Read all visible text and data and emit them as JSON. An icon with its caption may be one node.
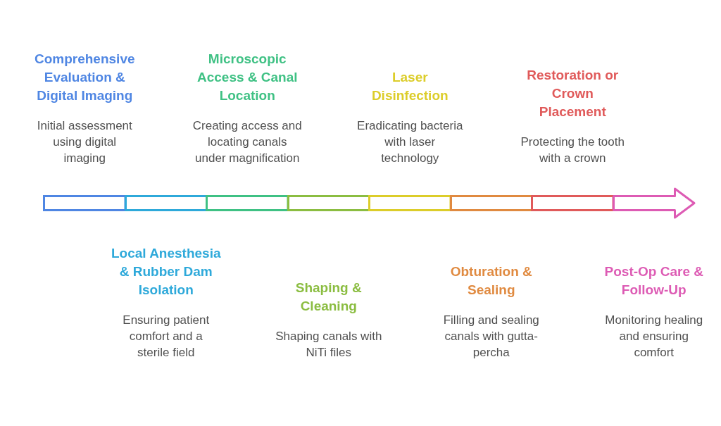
{
  "diagram": {
    "nodes": [
      {
        "text": [],
        "shape": "bar",
        "beside": [
          "Comprehensive Evaluation & Digital Imaging",
          "Initial assessment using digital imaging"
        ]
      },
      {
        "text": [],
        "shape": "bar",
        "beside": [
          "Local Anesthesia & Rubber Dam Isolation",
          "Ensuring patient comfort and a sterile field"
        ]
      },
      {
        "text": [],
        "shape": "bar",
        "beside": [
          "Microscopic Access & Canal Location",
          "Creating access and locating canals under magnification"
        ]
      },
      {
        "text": [],
        "shape": "bar",
        "beside": [
          "Shaping & Cleaning",
          "Shaping canals with NiTi files"
        ]
      },
      {
        "text": [],
        "shape": "bar",
        "beside": [
          "Laser Disinfection",
          "Eradicating bacteria with laser technology"
        ]
      },
      {
        "text": [],
        "shape": "bar",
        "beside": [
          "Obturation & Sealing",
          "Filling and sealing canals with gutta-percha"
        ]
      },
      {
        "text": [],
        "shape": "bar",
        "beside": [
          "Restoration or Crown Placement",
          "Protecting the tooth with a crown"
        ]
      },
      {
        "text": [],
        "shape": "arrow",
        "beside": [
          "Post-Op Care & Follow-Up",
          "Monitoring healing and ensuring comfort"
        ]
      }
    ]
  }
}
